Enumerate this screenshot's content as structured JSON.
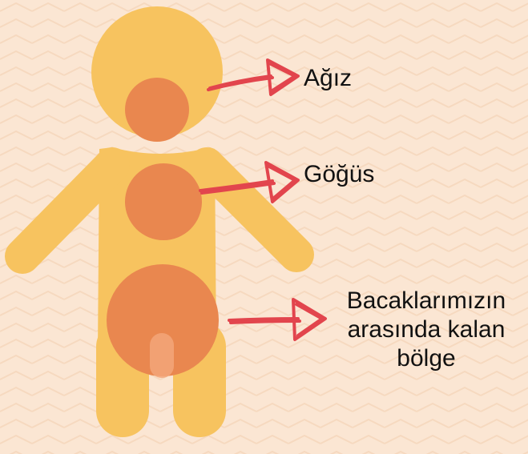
{
  "colors": {
    "background": "#fbe6d3",
    "background_pattern": "#f6d9bf",
    "body": "#f7c35f",
    "zone": "#e9874f",
    "arrow": "#e2454d"
  },
  "labels": {
    "mouth": "Ağız",
    "chest": "Göğüs",
    "groin_line1": "Bacaklarımızın",
    "groin_line2": "arasında kalan",
    "groin_line3": "bölge"
  }
}
